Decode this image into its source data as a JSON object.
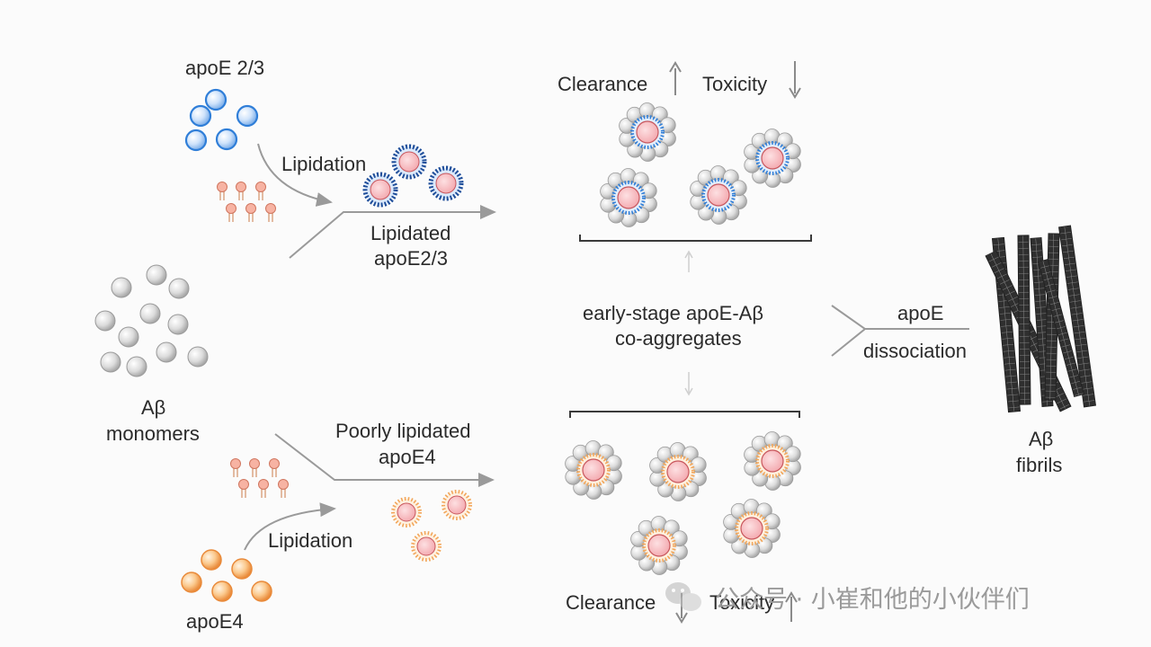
{
  "labels": {
    "apoe23": "apoE 2/3",
    "lipidation_top": "Lipidation",
    "lipidated_1": "Lipidated",
    "lipidated_2": "apoE2/3",
    "abeta_monomers_1": "Aβ",
    "abeta_monomers_2": "monomers",
    "poorly_1": "Poorly lipidated",
    "poorly_2": "apoE4",
    "lipidation_bottom": "Lipidation",
    "apoe4": "apoE4",
    "clearance_top": "Clearance",
    "toxicity_top": "Toxicity",
    "early_1": "early-stage apoE-Aβ",
    "early_2": "co-aggregates",
    "dissoc_1": "apoE",
    "dissoc_2": "dissociation",
    "fibrils_1": "Aβ",
    "fibrils_2": "fibrils",
    "clearance_bottom": "Clearance",
    "toxicity_bottom": "Toxicity"
  },
  "watermark": "公众号 · 小崔和他的小伙伴们",
  "colors": {
    "apoe23_blue": "#2f7ed8",
    "apoe4_orange": "#f2a65a",
    "abeta_gray": "#c9c9c9",
    "core_pink": "#f6b7bd",
    "core_border_red": "#c8565c",
    "fibril_dark": "#3b3b3b",
    "arrow_gray": "#9a9a9a"
  },
  "icons": [
    "wechat-icon"
  ]
}
